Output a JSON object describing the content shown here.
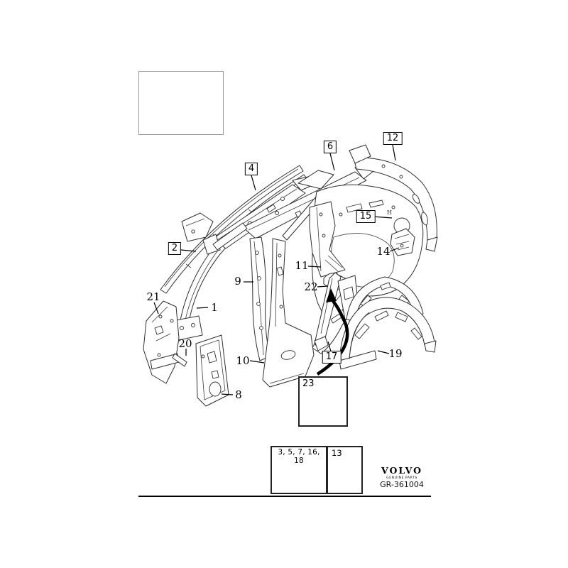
{
  "callouts": {
    "boxed": [
      {
        "label": "2"
      },
      {
        "label": "4"
      },
      {
        "label": "6"
      },
      {
        "label": "12"
      },
      {
        "label": "15"
      },
      {
        "label": "17"
      }
    ],
    "plain": [
      {
        "label": "1"
      },
      {
        "label": "8"
      },
      {
        "label": "9"
      },
      {
        "label": "10"
      },
      {
        "label": "11"
      },
      {
        "label": "14"
      },
      {
        "label": "19"
      },
      {
        "label": "20"
      },
      {
        "label": "21"
      },
      {
        "label": "22"
      }
    ],
    "inset": {
      "label": "23"
    }
  },
  "fasteners": [
    {
      "label": "3, 5, 7, 16, 18"
    },
    {
      "label": "13"
    }
  ],
  "brand": {
    "name": "VOLVO",
    "tagline": "GENUINE PARTS",
    "doc_number": "GR-361004"
  },
  "drawing": {
    "h_marker": "H"
  },
  "colors": {
    "line": "#2e2e2e",
    "background": "#ffffff",
    "text": "#000000"
  }
}
